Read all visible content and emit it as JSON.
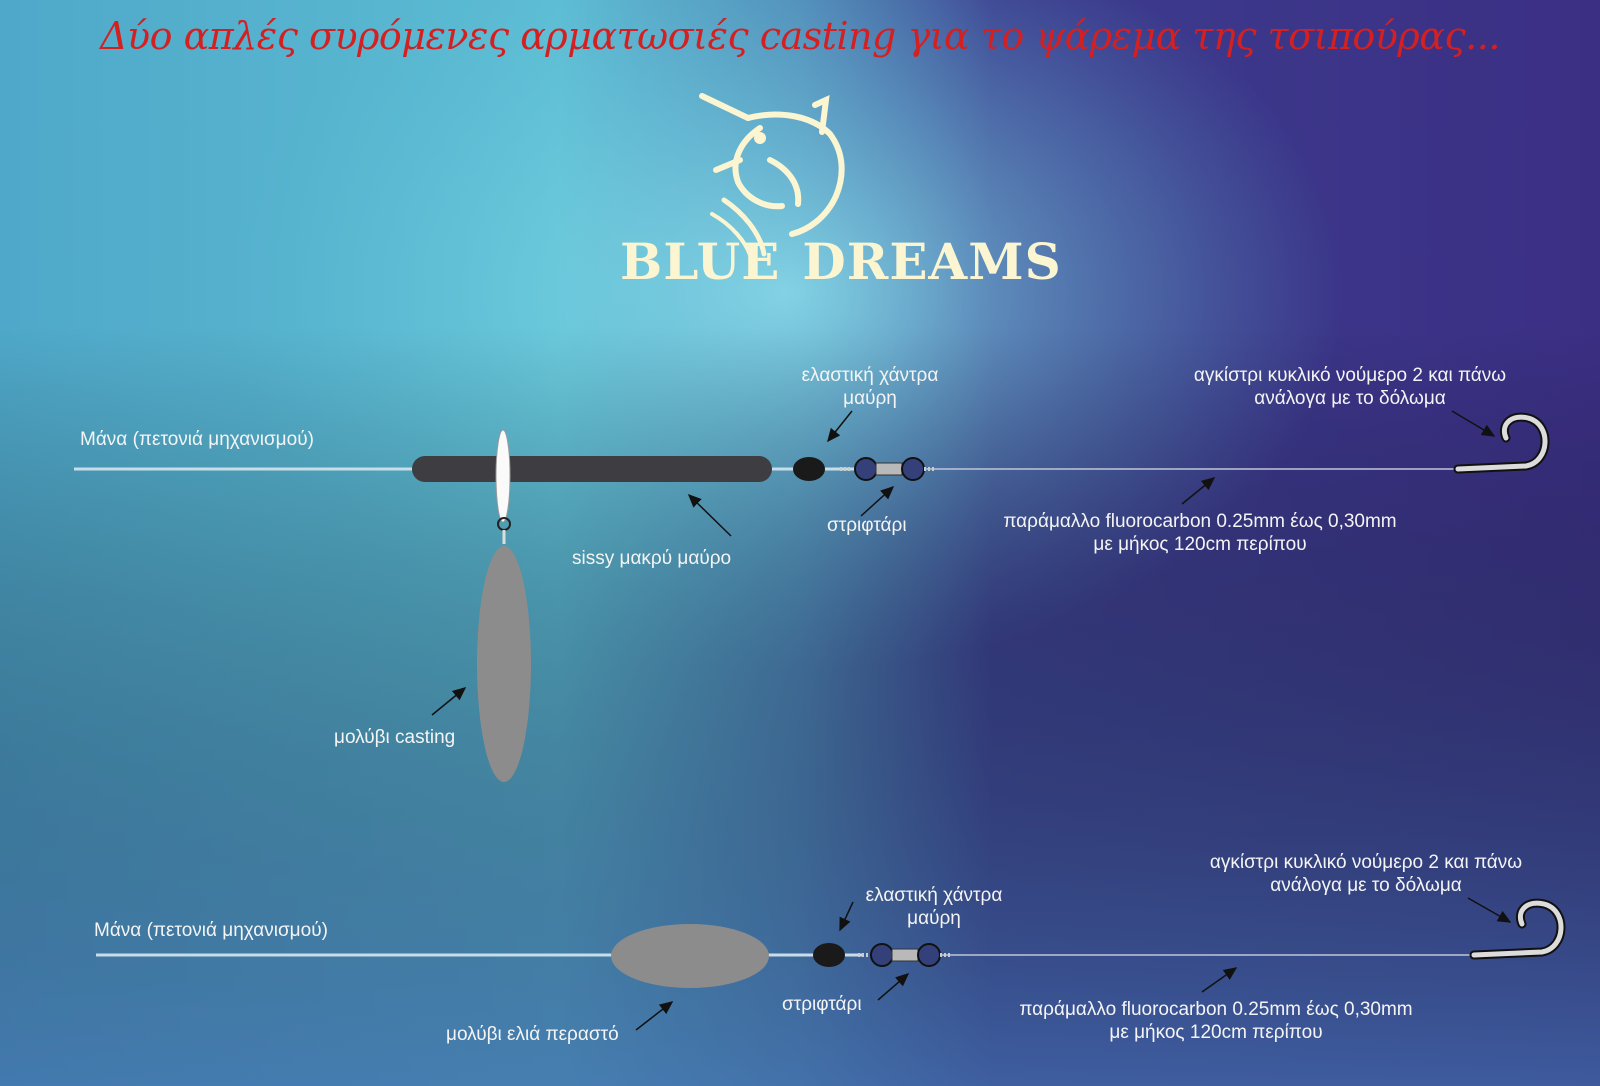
{
  "title": "Δύο απλές συρόμενες αρματωσιές casting για το ψάρεμα της τσιπούρας...",
  "brand": {
    "word1": "BLUE",
    "word2": "DREAMS",
    "logo_icon": "swordfish-icon"
  },
  "rig1": {
    "main_line": "Μάνα (πετονιά μηχανισμού)",
    "float": "sissy μακρύ μαύρο",
    "sinker": "μολύβι casting",
    "bead": [
      "ελαστική χάντρα",
      "μαύρη"
    ],
    "swivel": "στριφτάρι",
    "leader": [
      "παράμαλλο fluorocarbon 0.25mm έως 0,30mm",
      "με μήκος 120cm περίπου"
    ],
    "hook": [
      "αγκίστρι κυκλικό νούμερο 2 και πάνω",
      "ανάλογα με το δόλωμα"
    ]
  },
  "rig2": {
    "main_line": "Μάνα (πετονιά μηχανισμού)",
    "sinker": "μολύβι ελιά περαστό",
    "bead": [
      "ελαστική χάντρα",
      "μαύρη"
    ],
    "swivel": "στριφτάρι",
    "leader": [
      "παράμαλλο fluorocarbon 0.25mm έως 0,30mm",
      "με μήκος 120cm περίπου"
    ],
    "hook": [
      "αγκίστρι κυκλικό νούμερο 2 και πάνω",
      "ανάλογα με το δόλωμα"
    ]
  },
  "colors": {
    "title": "#d42020",
    "label": "#f4f4f4",
    "brand": "#fbf5d2",
    "bg_left": "#5fc3d6",
    "bg_right": "#3a2f86"
  }
}
